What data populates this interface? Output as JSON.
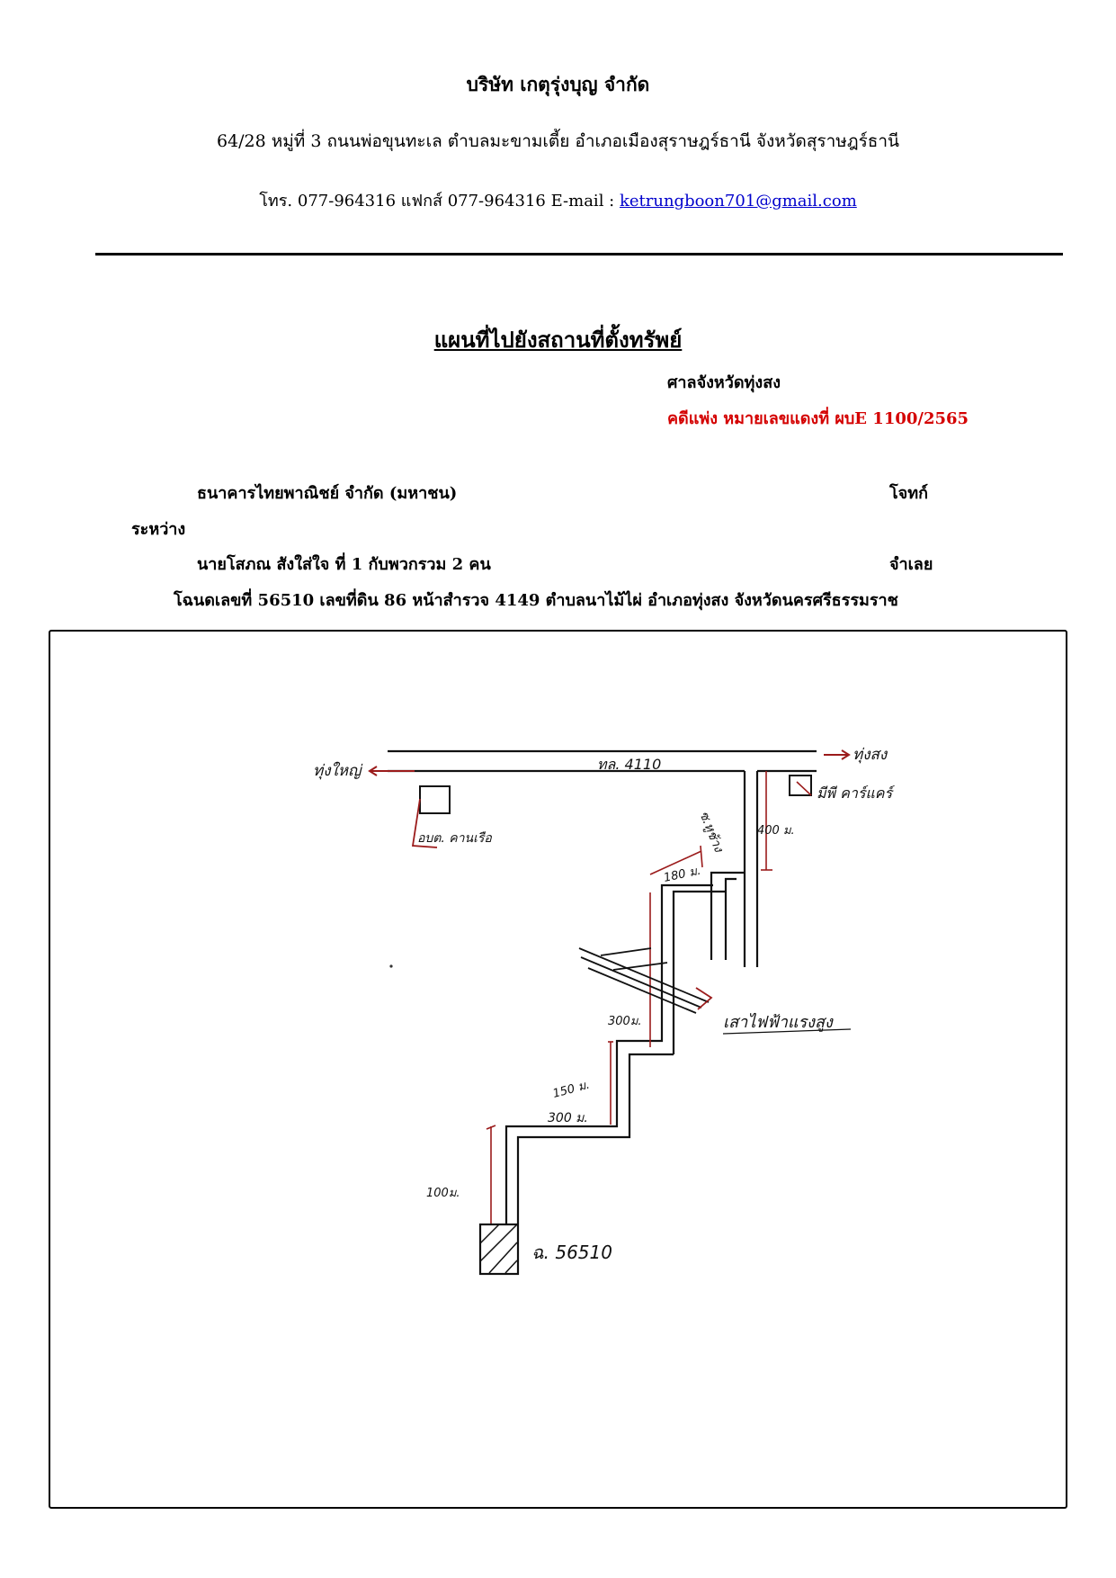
{
  "header": {
    "company_name": "บริษัท  เกตุรุ่งบุญ  จำกัด",
    "address": "64/28  หมู่ที่ 3 ถนนพ่อขุนทะเล ตำบลมะขามเตี้ย อำเภอเมืองสุราษฎร์ธานี จังหวัดสุราษฎร์ธานี",
    "contact_prefix": "โทร. 077-964316 แฟกส์ 077-964316  E-mail : ",
    "email": "ketrungboon701@gmail.com"
  },
  "document": {
    "title": "แผนที่ไปยังสถานที่ตั้งทรัพย์",
    "court": "ศาลจังหวัดทุ่งสง",
    "case_number": "คดีแพ่ง  หมายเลขแดงที่  ผบE 1100/2565"
  },
  "parties": {
    "plaintiff_name": "ธนาคารไทยพาณิชย์ จำกัด (มหาชน)",
    "plaintiff_role": "โจทก์",
    "between": "ระหว่าง",
    "defendant_name": "นายโสภณ สังใส่ใจ ที่ 1 กับพวกรวม 2 คน",
    "defendant_role": "จำเลย",
    "deed_info": "โฉนดเลขที่ 56510 เลขที่ดิน 86 หน้าสำรวจ 4149 ตำบลนาไม้ไผ่ อำเภอทุ่งสง จังหวัดนครศรีธรรมราช"
  },
  "map": {
    "road_label": "ทล. 4110",
    "left_direction": "ทุ่งใหญ่",
    "right_direction": "ทุ่งสง",
    "left_landmark": "อบต. คานเรือ",
    "right_landmark": "มีพี คาร์แคร์",
    "soi_label": "ซ.หูช้าง",
    "dist_1": "400 ม.",
    "dist_2": "180 ม.",
    "dist_3": "300ม.",
    "dist_4": "150 ม.",
    "dist_5": "300 ม.",
    "dist_6": "100ม.",
    "power_line_label": "เสาไฟฟ้าแรงสูง",
    "deed_label": "ฉ. 56510"
  },
  "colors": {
    "case_number": "#d40000",
    "email_link": "#0000cc",
    "dimension_line": "#9b1b1b"
  }
}
